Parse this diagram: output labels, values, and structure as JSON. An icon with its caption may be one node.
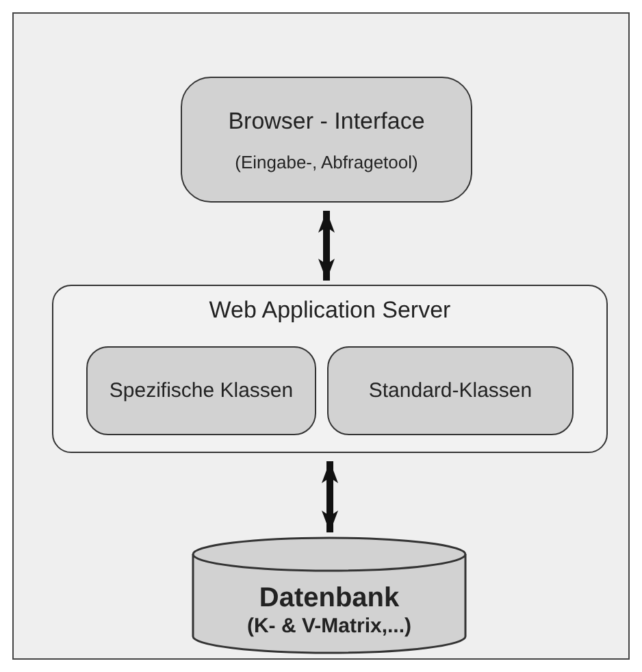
{
  "diagram": {
    "nodes": [
      {
        "text": [
          "Browser - Interface",
          "(Eingabe-, Abfragetool)"
        ]
      },
      {
        "text": [
          "Web Application Server"
        ]
      },
      {
        "text": [
          "Spezifische Klassen"
        ],
        "in": 1
      },
      {
        "text": [
          "Standard-Klassen"
        ],
        "in": 1
      },
      {
        "text": [
          "Datenbank",
          "(K- & V-Matrix,...)"
        ]
      }
    ],
    "edges": [
      {
        "from": 0,
        "to": 1,
        "arrow": "both"
      },
      {
        "from": 1,
        "to": 4,
        "arrow": "both"
      }
    ]
  }
}
